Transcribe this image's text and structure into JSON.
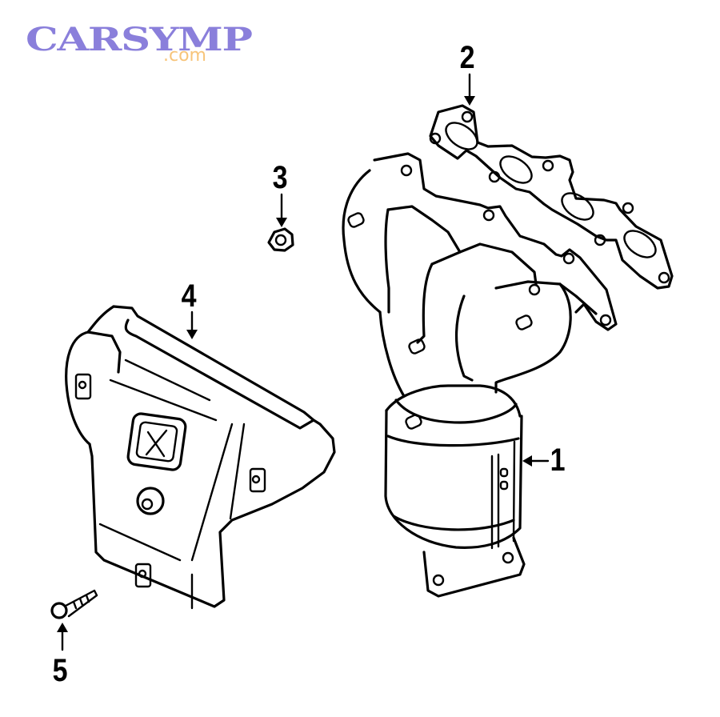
{
  "logo": {
    "brand": "CARSYMP",
    "domain_suffix": ".com",
    "brand_color": "#8a7fdb",
    "suffix_color": "#f7c47a"
  },
  "diagram": {
    "type": "exploded parts diagram",
    "line_color": "#000000",
    "background": "#ffffff",
    "callouts": [
      {
        "number": "1",
        "part": "catalytic-converter-exhaust-manifold",
        "arrow": "left"
      },
      {
        "number": "2",
        "part": "exhaust-manifold-gasket",
        "arrow": "down"
      },
      {
        "number": "3",
        "part": "nut",
        "arrow": "down"
      },
      {
        "number": "4",
        "part": "heat-shield",
        "arrow": "down"
      },
      {
        "number": "5",
        "part": "bolt",
        "arrow": "up"
      }
    ]
  }
}
